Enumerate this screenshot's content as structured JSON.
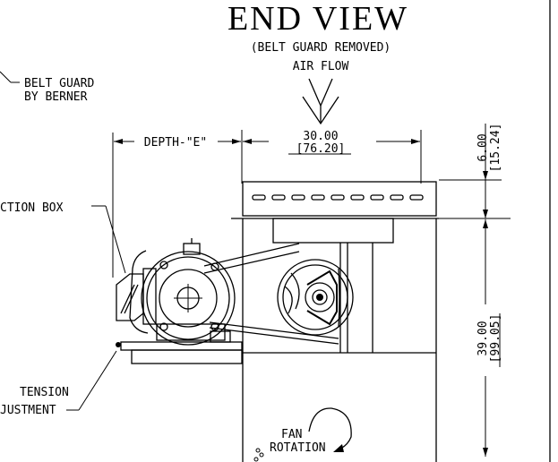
{
  "title": "END VIEW",
  "subtitle": "(BELT GUARD REMOVED)",
  "airflow_label": "AIR FLOW",
  "labels": {
    "belt_guard_1": "BELT GUARD",
    "belt_guard_2": "BY BERNER",
    "junction_box": "CTION BOX",
    "tension_1": "TENSION",
    "tension_2": "JUSTMENT",
    "fan_1": "FAN",
    "fan_2": "ROTATION"
  },
  "dimensions": {
    "depth": "DEPTH-\"E\"",
    "width_in": "30.00",
    "width_mm": "[76.20]",
    "top_in": "6.00",
    "top_mm": "[15.24]",
    "height_in": "39.00",
    "height_mm": "[99.05]"
  }
}
